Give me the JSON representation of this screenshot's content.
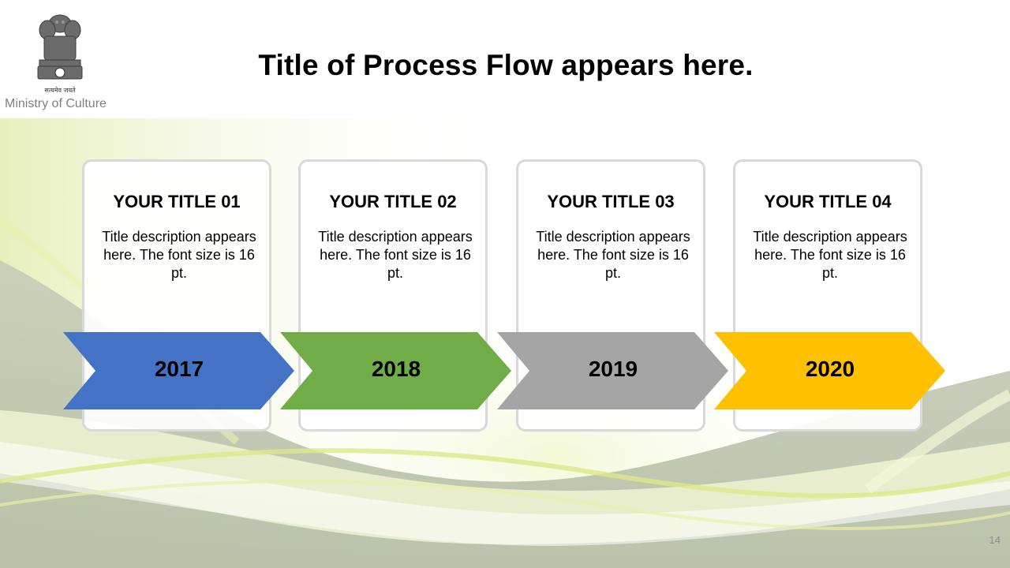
{
  "header": {
    "organization": "Ministry of Culture",
    "emblem_motto": "सत्यमेव जयते",
    "title": "Title of Process Flow appears here."
  },
  "steps": [
    {
      "title": "YOUR TITLE 01",
      "description": "Title description appears here. The font size is 16 pt.",
      "year": "2017",
      "color": "#4472c4"
    },
    {
      "title": "YOUR TITLE 02",
      "description": "Title description appears here. The font size is 16 pt.",
      "year": "2018",
      "color": "#70ad47"
    },
    {
      "title": "YOUR TITLE 03",
      "description": "Title description appears here. The font size is 16 pt.",
      "year": "2019",
      "color": "#a5a5a5"
    },
    {
      "title": "YOUR TITLE 04",
      "description": "Title description appears here. The font size is 16 pt.",
      "year": "2020",
      "color": "#ffc000"
    }
  ],
  "footer": {
    "page_number": "14"
  },
  "theme": {
    "card_border": "#d9d9d9",
    "background_accent": "#c8d96a"
  }
}
